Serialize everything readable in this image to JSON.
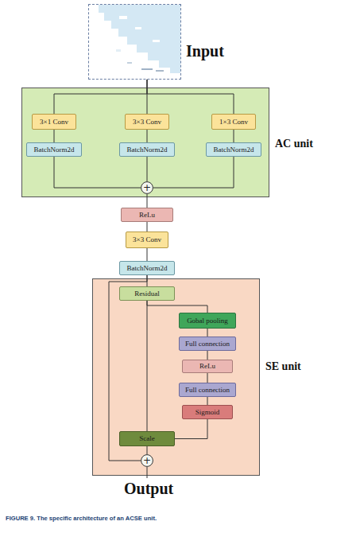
{
  "diagram": {
    "caption": "FIGURE 9. The specific architecture of an ACSE unit.",
    "nodes": [
      {
        "text": [
          "Input"
        ]
      },
      {
        "text": [
          "AC unit"
        ]
      },
      {
        "text": [
          "3×1 Conv"
        ],
        "in": 1
      },
      {
        "text": [
          "3×3 Conv"
        ],
        "in": 1
      },
      {
        "text": [
          "1×3 Conv"
        ],
        "in": 1
      },
      {
        "text": [
          "BatchNorm2d"
        ],
        "in": 1
      },
      {
        "text": [
          "BatchNorm2d"
        ],
        "in": 1
      },
      {
        "text": [
          "BatchNorm2d"
        ],
        "in": 1
      },
      {
        "text": [
          "+"
        ],
        "in": 1
      },
      {
        "text": [
          "ReLu"
        ]
      },
      {
        "text": [
          "3×3 Conv"
        ]
      },
      {
        "text": [
          "BatchNorm2d"
        ]
      },
      {
        "text": [
          "SE unit"
        ]
      },
      {
        "text": [
          "Residual"
        ],
        "in": 12
      },
      {
        "text": [
          "Gobal pooling"
        ],
        "in": 12
      },
      {
        "text": [
          "Full connection"
        ],
        "in": 12
      },
      {
        "text": [
          "ReLu"
        ],
        "in": 12
      },
      {
        "text": [
          "Full connection"
        ],
        "in": 12
      },
      {
        "text": [
          "Sigmoid"
        ],
        "in": 12
      },
      {
        "text": [
          "Scale"
        ],
        "in": 12
      },
      {
        "text": [
          "+"
        ],
        "in": 12
      }
    ],
    "edges": [
      {
        "from": 0,
        "to": 2,
        "arrow": "none"
      },
      {
        "from": 0,
        "to": 3,
        "arrow": "none"
      },
      {
        "from": 0,
        "to": 4,
        "arrow": "none"
      },
      {
        "from": 2,
        "to": 5,
        "arrow": "none"
      },
      {
        "from": 3,
        "to": 6,
        "arrow": "none"
      },
      {
        "from": 4,
        "to": 7,
        "arrow": "none"
      },
      {
        "from": 5,
        "to": 8,
        "arrow": "none"
      },
      {
        "from": 6,
        "to": 8,
        "arrow": "none"
      },
      {
        "from": 7,
        "to": 8,
        "arrow": "none"
      },
      {
        "from": 8,
        "to": 9,
        "arrow": "none"
      },
      {
        "from": 9,
        "to": 10,
        "arrow": "none"
      },
      {
        "from": 10,
        "to": 11,
        "arrow": "none"
      },
      {
        "from": 11,
        "to": 13,
        "arrow": "none"
      },
      {
        "from": 13,
        "to": 14,
        "arrow": "none"
      },
      {
        "from": 14,
        "to": 15,
        "arrow": "none"
      },
      {
        "from": 15,
        "to": 16,
        "arrow": "none"
      },
      {
        "from": 16,
        "to": 17,
        "arrow": "none"
      },
      {
        "from": 17,
        "to": 18,
        "arrow": "none"
      },
      {
        "from": 18,
        "to": 19,
        "arrow": "none"
      },
      {
        "from": 13,
        "to": 19,
        "arrow": "none"
      },
      {
        "from": 19,
        "to": 20,
        "arrow": "none"
      },
      {
        "from": 11,
        "to": 20,
        "arrow": "none"
      }
    ],
    "labels": [
      "Output"
    ]
  }
}
